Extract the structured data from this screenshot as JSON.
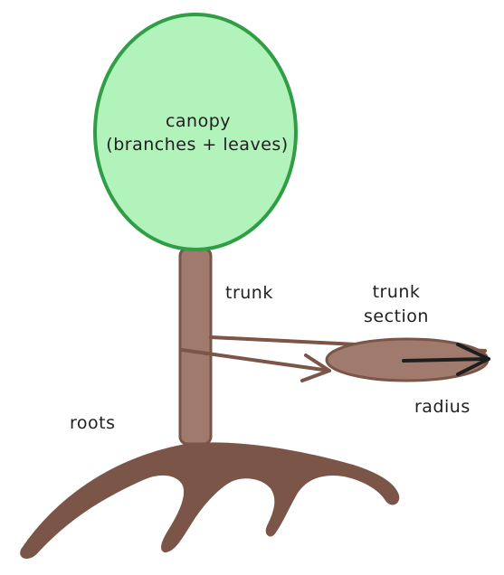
{
  "labels": {
    "canopy_line1": "canopy",
    "canopy_line2": "(branches + leaves)",
    "trunk": "trunk",
    "trunk_section_line1": "trunk",
    "trunk_section_line2": "section",
    "radius": "radius",
    "roots": "roots"
  },
  "colors": {
    "canopy_fill": "#b2f2bb",
    "canopy_stroke": "#2f9e44",
    "wood_fill": "#a07b6d",
    "wood_stroke": "#7a5548",
    "roots_fill": "#7a5548",
    "arrow": "#1e1e1e"
  }
}
